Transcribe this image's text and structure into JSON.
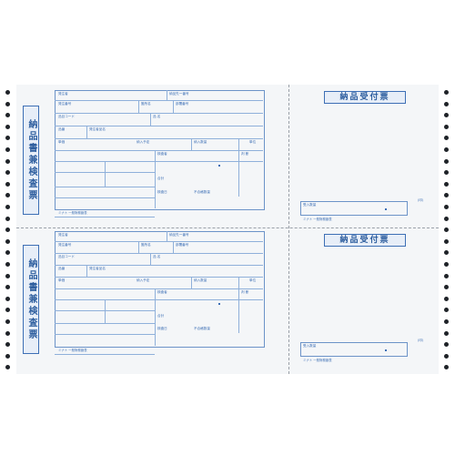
{
  "forms": [
    {
      "title": "納品書兼検査票",
      "receipt_title": "納品受付票",
      "labels": {
        "r1a": "発注者",
        "r1b": "納品先ー番号",
        "r2a": "発注番号",
        "r2b": "箇所名",
        "r2c": "部署番号",
        "r3a": "品目コード",
        "r3b": "品 名",
        "r4a": "品番",
        "r4b": "発注者品名",
        "r5a": "単価",
        "r5b": "納入予定",
        "r5c": "納入数量",
        "r5d": "単位",
        "r6a": "検査者",
        "r6b": "判 断",
        "r6c": "合計",
        "r7a": "検査日",
        "r7b": "不合格数量",
        "footer": "ミナト 一般財務諸表",
        "receipt_qty": "受入数量",
        "receipt_sign": "(印)",
        "receipt_footer": "ミナト 一般財務諸表"
      }
    },
    {
      "title": "納品書兼検査票",
      "receipt_title": "納品受付票",
      "labels": {
        "r1a": "発注者",
        "r1b": "納品先ー番号",
        "r2a": "発注番号",
        "r2b": "箇所名",
        "r2c": "部署番号",
        "r3a": "品目コード",
        "r3b": "品 名",
        "r4a": "品番",
        "r4b": "発注者品名",
        "r5a": "単価",
        "r5b": "納入予定",
        "r5c": "納入数量",
        "r5d": "単位",
        "r6a": "検査者",
        "r6b": "判 断",
        "r6c": "合計",
        "r7a": "検査日",
        "r7b": "不合格数量",
        "footer": "ミナト 一般財務諸表",
        "receipt_qty": "受入数量",
        "receipt_sign": "(印)",
        "receipt_footer": "ミナト 一般財務諸表"
      }
    }
  ],
  "colors": {
    "accent": "#3d6fb5",
    "paper": "#f4f6f8",
    "holes": "#1f2328"
  }
}
